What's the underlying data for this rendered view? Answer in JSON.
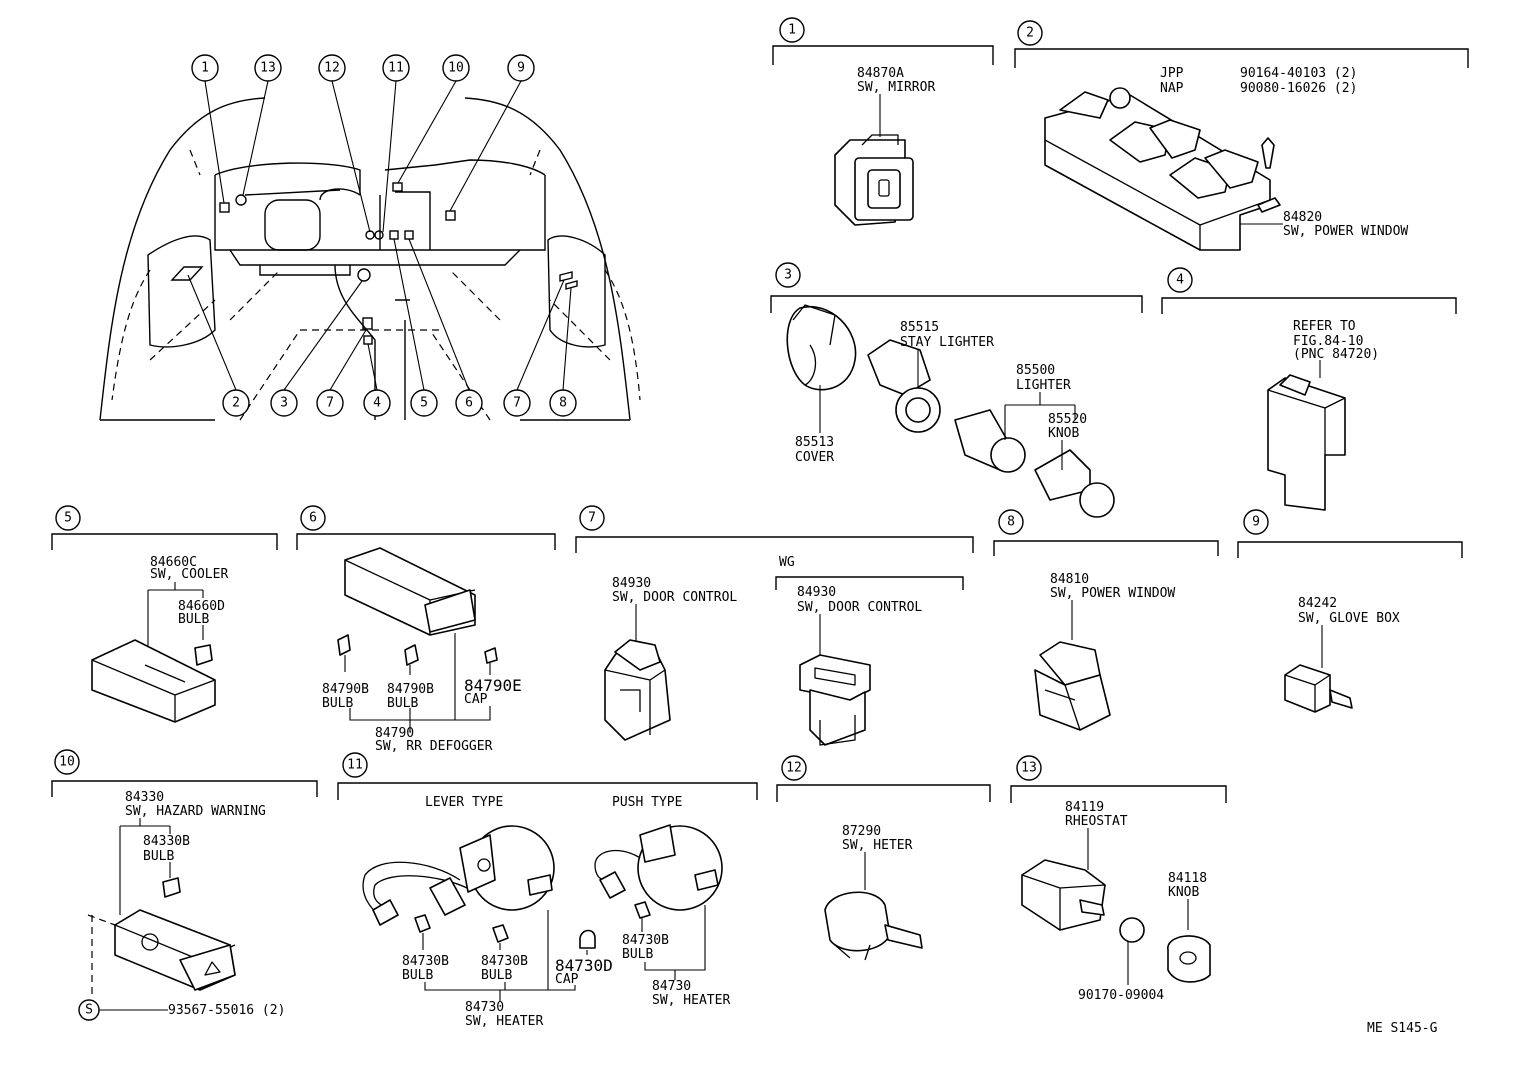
{
  "overview": {
    "callouts": [
      "1",
      "13",
      "12",
      "11",
      "10",
      "9",
      "2",
      "3",
      "7",
      "4",
      "5",
      "6",
      "7",
      "8"
    ]
  },
  "sections": {
    "s1": {
      "num": "1",
      "part": "84870A",
      "name": "SW, MIRROR"
    },
    "s2": {
      "num": "2",
      "jpp_label": "JPP",
      "jpp_part": "90164-40103 (2)",
      "nap_label": "NAP",
      "nap_part": "90080-16026 (2)",
      "part": "84820",
      "name": "SW, POWER WINDOW"
    },
    "s3": {
      "num": "3",
      "stay_part": "85515",
      "stay_name": "STAY LIGHTER",
      "lighter_part": "85500",
      "lighter_name": "LIGHTER",
      "knob_part": "85520",
      "knob_name": "KNOB",
      "cover_part": "85513",
      "cover_name": "COVER"
    },
    "s4": {
      "num": "4",
      "ref1": "REFER TO",
      "ref2": "FIG.84-10",
      "ref3": "(PNC 84720)"
    },
    "s5": {
      "num": "5",
      "part": "84660C",
      "name": "SW, COOLER",
      "bulb_part": "84660D",
      "bulb_name": "BULB"
    },
    "s6": {
      "num": "6",
      "bulb1_part": "84790B",
      "bulb1_name": "BULB",
      "bulb2_part": "84790B",
      "bulb2_name": "BULB",
      "cap_part": "84790E",
      "cap_name": "CAP",
      "part": "84790",
      "name": "SW, RR DEFOGGER"
    },
    "s7": {
      "num": "7",
      "part": "84930",
      "name": "SW, DOOR CONTROL",
      "wg_label": "WG",
      "wg_part": "84930",
      "wg_name": "SW, DOOR CONTROL"
    },
    "s8": {
      "num": "8",
      "part": "84810",
      "name": "SW, POWER WINDOW"
    },
    "s9": {
      "num": "9",
      "part": "84242",
      "name": "SW, GLOVE BOX"
    },
    "s10": {
      "num": "10",
      "part": "84330",
      "name": "SW, HAZARD WARNING",
      "bulb_part": "84330B",
      "bulb_name": "BULB",
      "screw_symbol": "S",
      "screw_part": "93567-55016 (2)"
    },
    "s11": {
      "num": "11",
      "lever_type": "LEVER TYPE",
      "push_type": "PUSH TYPE",
      "bulb1_part": "84730B",
      "bulb1_name": "BULB",
      "bulb2_part": "84730B",
      "bulb2_name": "BULB",
      "cap_part": "84730D",
      "cap_name": "CAP",
      "bulb3_part": "84730B",
      "bulb3_name": "BULB",
      "sw1_part": "84730",
      "sw1_name": "SW, HEATER",
      "sw2_part": "84730",
      "sw2_name": "SW, HEATER"
    },
    "s12": {
      "num": "12",
      "part": "87290",
      "name": "SW, HETER"
    },
    "s13": {
      "num": "13",
      "part": "84119",
      "name": "RHEOSTAT",
      "knob_part": "84118",
      "knob_name": "KNOB",
      "washer_part": "90170-09004"
    }
  },
  "footer": {
    "code": "ME  S145-G"
  }
}
